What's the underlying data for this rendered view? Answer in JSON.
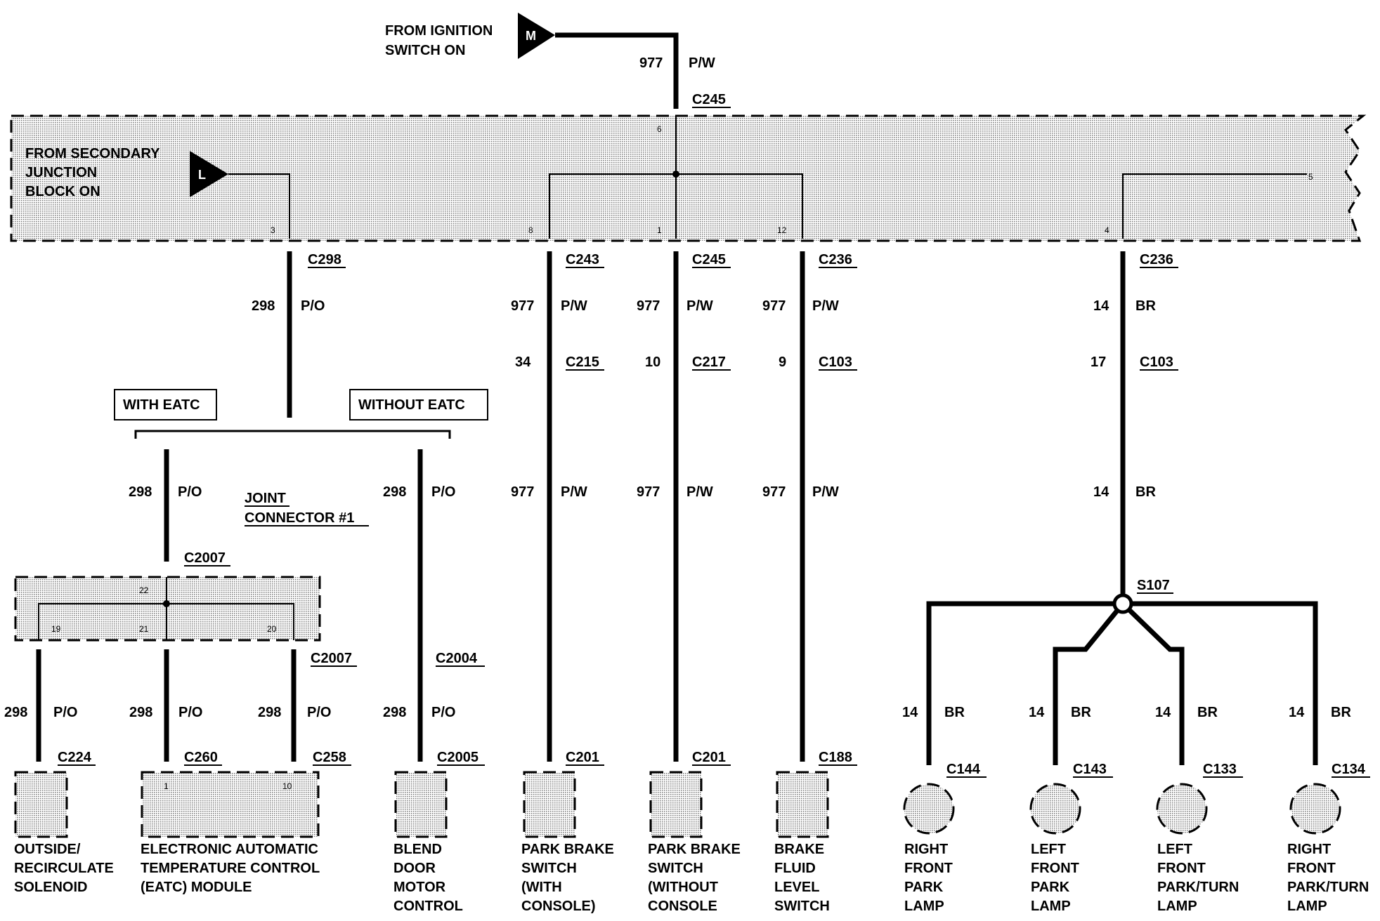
{
  "source": {
    "ignition": [
      "FROM IGNITION",
      "SWITCH ON"
    ],
    "ignition_symbol": "M",
    "secondary": [
      "FROM SECONDARY",
      "JUNCTION",
      "BLOCK ON"
    ],
    "secondary_symbol": "L"
  },
  "top_wire": {
    "circuit": "977",
    "color": "P/W",
    "connector": "C245",
    "pin": "6"
  },
  "junction_pins": {
    "p3": "3",
    "p8": "8",
    "p1": "1",
    "p12": "12",
    "p4": "4",
    "p5": "5"
  },
  "drops": [
    {
      "conn": "C298",
      "circuit": "298",
      "color": "P/O"
    },
    {
      "conn": "C243",
      "circuit": "977",
      "color": "P/W",
      "mid_pin": "34",
      "mid_conn": "C215"
    },
    {
      "conn": "C245",
      "circuit": "977",
      "color": "P/W",
      "mid_pin": "10",
      "mid_conn": "C217"
    },
    {
      "conn": "C236",
      "circuit": "977",
      "color": "P/W",
      "mid_pin": "9",
      "mid_conn": "C103"
    },
    {
      "conn": "C236",
      "circuit": "14",
      "color": "BR",
      "mid_pin": "17",
      "mid_conn": "C103"
    }
  ],
  "options": {
    "with": "WITH EATC",
    "without": "WITHOUT EATC"
  },
  "joint": {
    "label": [
      "JOINT",
      "CONNECTOR #1"
    ],
    "conn": "C2007",
    "pin_in": "22",
    "pin_a": "19",
    "pin_b": "21",
    "pin_c": "20",
    "conn_out": "C2007"
  },
  "blend": {
    "circuit": "298",
    "color": "P/O",
    "inline_conn": "C2004",
    "end_conn": "C2005"
  },
  "splice": "S107",
  "loads": [
    {
      "circuit": "298",
      "color": "P/O",
      "conn": "C224",
      "name": [
        "OUTSIDE/",
        "RECIRCULATE",
        "SOLENOID"
      ]
    },
    {
      "circuit": "298",
      "color": "P/O",
      "conn": "C260",
      "name": [
        "ELECTRONIC AUTOMATIC",
        "TEMPERATURE CONTROL",
        "(EATC) MODULE"
      ],
      "pin": "1"
    },
    {
      "circuit": "298",
      "color": "P/O",
      "conn": "C258",
      "pin": "10"
    },
    {
      "conn": "C2005",
      "name": [
        "BLEND",
        "DOOR",
        "MOTOR",
        "CONTROL"
      ]
    },
    {
      "conn": "C201",
      "name": [
        "PARK BRAKE",
        "SWITCH",
        "(WITH",
        "CONSOLE)"
      ]
    },
    {
      "conn": "C201",
      "name": [
        "PARK BRAKE",
        "SWITCH",
        "(WITHOUT",
        "CONSOLE"
      ]
    },
    {
      "conn": "C188",
      "name": [
        "BRAKE",
        "FLUID",
        "LEVEL",
        "SWITCH"
      ]
    }
  ],
  "lamps": [
    {
      "circuit": "14",
      "color": "BR",
      "conn": "C144",
      "name": [
        "RIGHT",
        "FRONT",
        "PARK",
        "LAMP"
      ]
    },
    {
      "circuit": "14",
      "color": "BR",
      "conn": "C143",
      "name": [
        "LEFT",
        "FRONT",
        "PARK",
        "LAMP"
      ]
    },
    {
      "circuit": "14",
      "color": "BR",
      "conn": "C133",
      "name": [
        "LEFT",
        "FRONT",
        "PARK/TURN",
        "LAMP"
      ]
    },
    {
      "circuit": "14",
      "color": "BR",
      "conn": "C134",
      "name": [
        "RIGHT",
        "FRONT",
        "PARK/TURN",
        "LAMP"
      ]
    }
  ]
}
